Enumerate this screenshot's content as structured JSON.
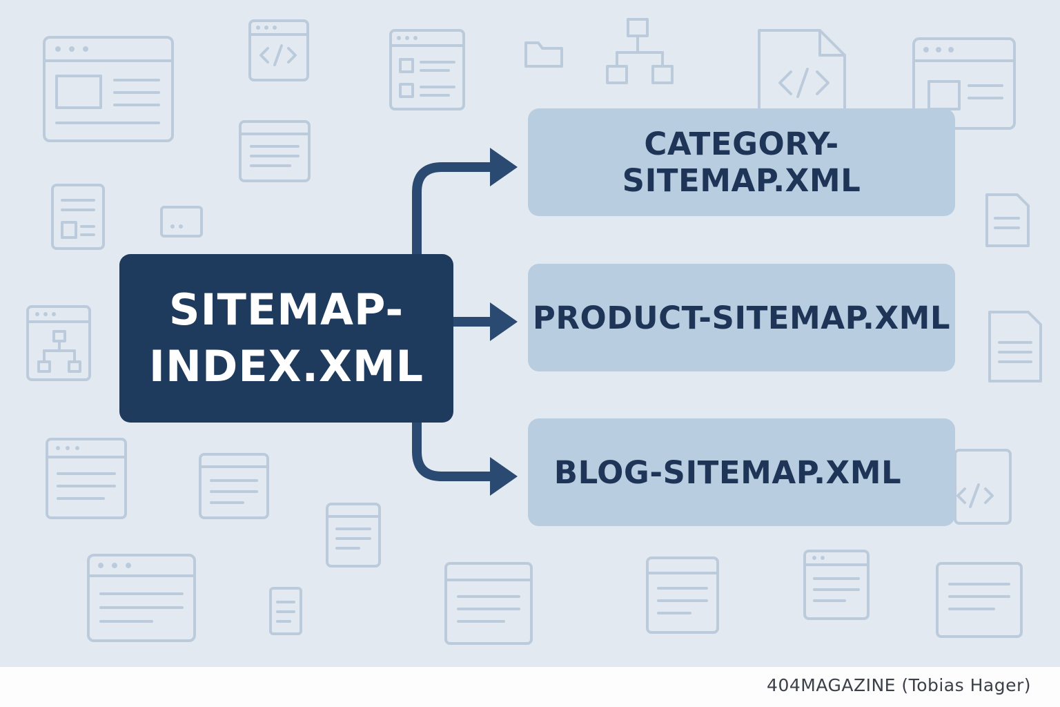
{
  "diagram": {
    "root": {
      "label": "SITEMAP-INDEX.XML"
    },
    "children": [
      {
        "label": "CATEGORY-SITEMAP.XML"
      },
      {
        "label": "PRODUCT-SITEMAP.XML"
      },
      {
        "label": "BLOG-SITEMAP.XML"
      }
    ]
  },
  "footer": {
    "credit": "404MAGAZINE (Tobias Hager)"
  },
  "colors": {
    "background": "#e3e9f0",
    "root_fill": "#1e3a5c",
    "child_fill": "#b9cde0",
    "child_text": "#1e3557",
    "arrow": "#2a4a72",
    "decor_icons": "#bccbdc"
  },
  "decor_icons": [
    "browser-window-icon",
    "code-window-icon",
    "folder-icon",
    "sitemap-tree-icon",
    "code-file-icon",
    "document-icon"
  ]
}
